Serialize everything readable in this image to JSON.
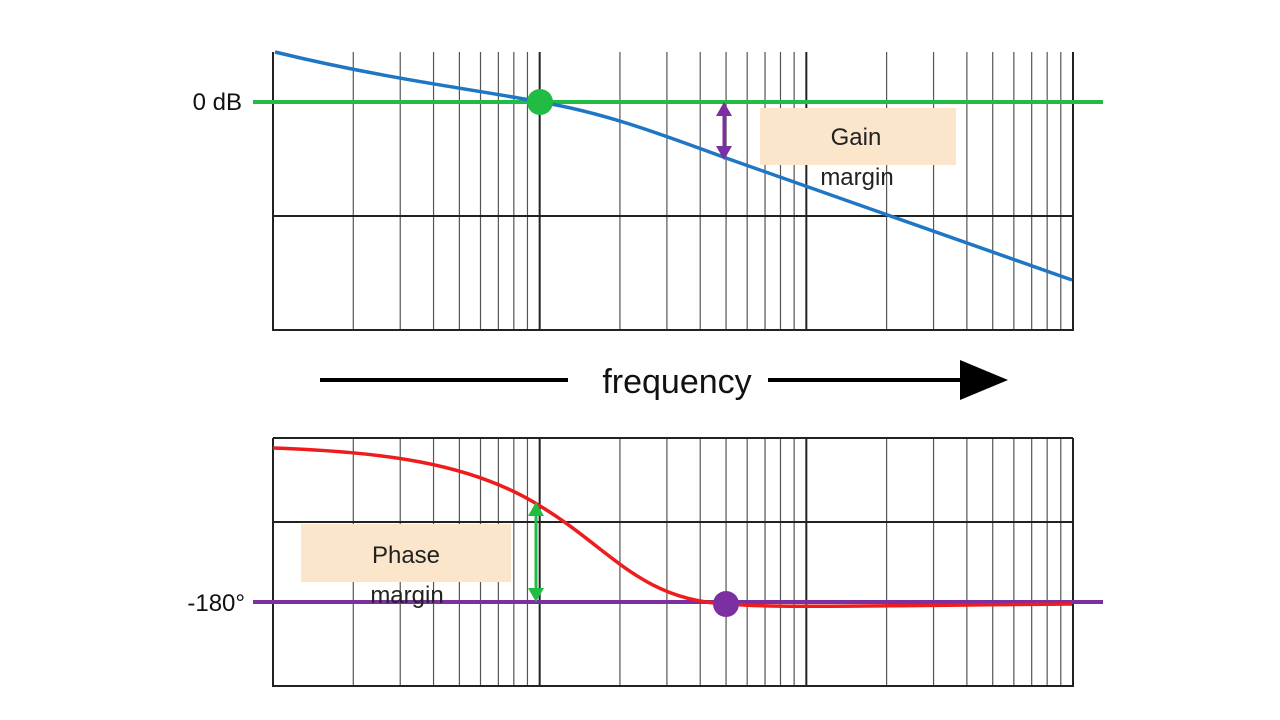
{
  "magnitude_plot": {
    "ref_label": "0 dB",
    "ref_line_color": "#22bb44",
    "curve_color": "#1f77c4",
    "crossover_marker_color": "#22bb44",
    "margin_arrow_color": "#7b2fa0",
    "annotation": {
      "line1": "Gain",
      "line2": "margin",
      "box_color": "#fbe6cc"
    }
  },
  "frequency_axis": {
    "label": "frequency",
    "arrow_direction": "right"
  },
  "phase_plot": {
    "ref_label": "-180°",
    "ref_line_color": "#7b2fa0",
    "curve_color": "#ee1c1c",
    "crossover_marker_color": "#7b2fa0",
    "margin_arrow_color": "#22bb44",
    "annotation": {
      "line1": "Phase",
      "line2": "margin",
      "box_color": "#fbe6cc"
    }
  },
  "grid": {
    "scale": "log",
    "decades": 3,
    "line_color": "#555555"
  }
}
